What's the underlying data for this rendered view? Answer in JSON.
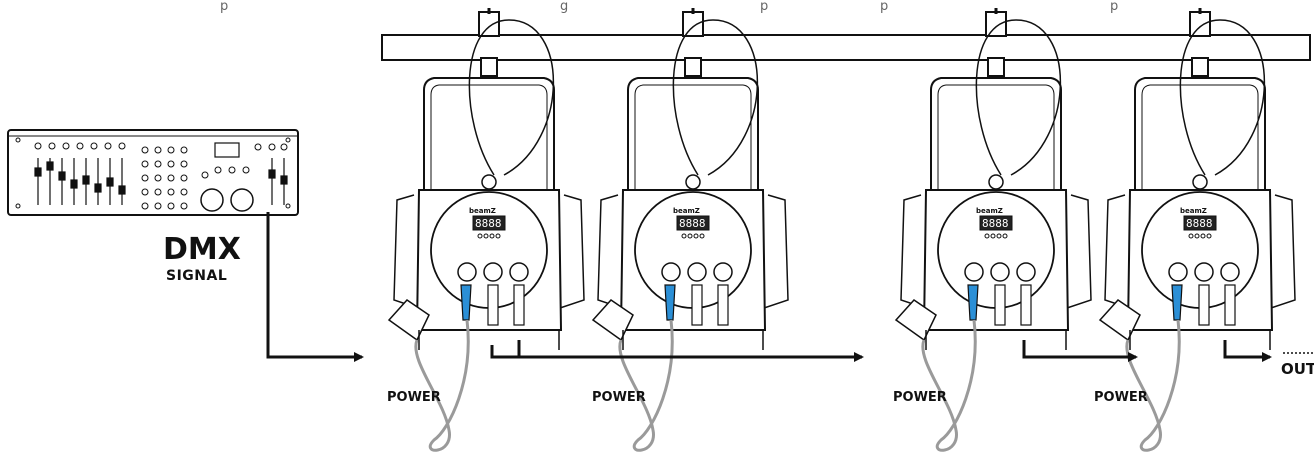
{
  "top_text_fragments": [
    "p",
    "g",
    "p",
    "p",
    "p"
  ],
  "controller": {
    "label_dmx": "DMX",
    "label_signal": "SIGNAL"
  },
  "fixtures": [
    {
      "brand": "beamZ",
      "display": "8888",
      "power_label": "POWER"
    },
    {
      "brand": "beamZ",
      "display": "8888",
      "power_label": "POWER"
    },
    {
      "brand": "beamZ",
      "display": "8888",
      "power_label": "POWER"
    },
    {
      "brand": "beamZ",
      "display": "8888",
      "power_label": "POWER"
    }
  ],
  "out_label": "OUT",
  "colors": {
    "line": "#111111",
    "cable": "#9a9a9a",
    "connector_blue": "#2b8fd6",
    "display": "#222222"
  }
}
